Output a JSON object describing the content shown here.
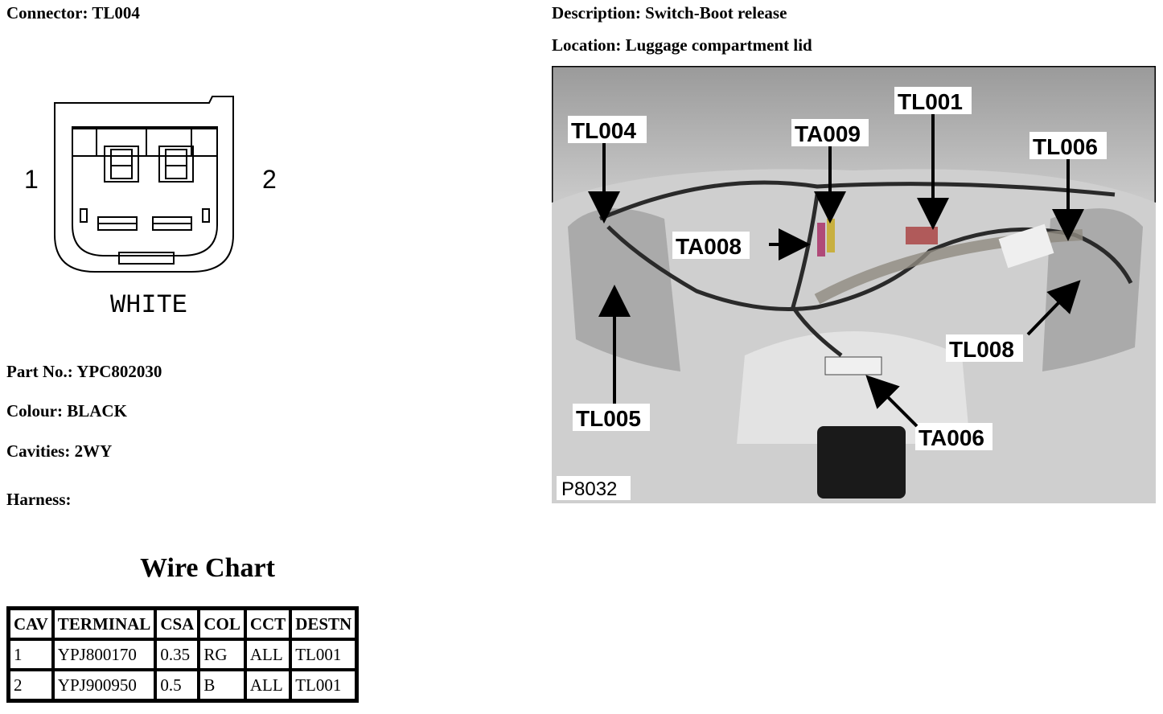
{
  "connector": {
    "label": "Connector: TL004"
  },
  "description": {
    "label": "Description: Switch-Boot release"
  },
  "location": {
    "label": "Location: Luggage compartment lid"
  },
  "connector_drawing": {
    "pin_left": "1",
    "pin_right": "2",
    "housing_colour": "WHITE"
  },
  "part_info": {
    "part_no": "Part No.: YPC802030",
    "colour": "Colour: BLACK",
    "cavities": "Cavities: 2WY",
    "harness": "Harness:"
  },
  "wire_chart": {
    "title": "Wire Chart",
    "headers": [
      "CAV",
      "TERMINAL",
      "CSA",
      "COL",
      "CCT",
      "DESTN"
    ],
    "rows": [
      [
        "1",
        "YPJ800170",
        "0.35",
        "RG",
        "ALL",
        "TL001"
      ],
      [
        "2",
        "YPJ900950",
        "0.5",
        "B",
        "ALL",
        "TL001"
      ]
    ]
  },
  "photo": {
    "id": "P8032",
    "callouts": [
      "TL004",
      "TA009",
      "TL001",
      "TL006",
      "TA008",
      "TL008",
      "TL005",
      "TA006"
    ]
  }
}
